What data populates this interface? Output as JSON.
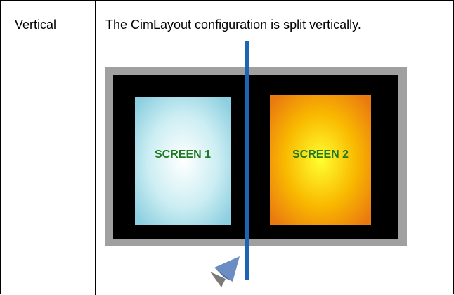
{
  "row": {
    "label": "Vertical",
    "description": "The CimLayout configuration is split vertically."
  },
  "figure": {
    "screen_left": {
      "label": "SCREEN 1"
    },
    "screen_right": {
      "label": "SCREEN 2"
    },
    "icons": [
      "split-line-icon",
      "arrow-pointer-icon"
    ],
    "colors": {
      "outer_frame": "#a0a0a0",
      "monitor_body": "#000000",
      "screen_left": "#bfe6ee",
      "screen_right": "#f29a10",
      "screen_label": "#1e7a1e",
      "split_line": "#1e64b4",
      "arrow": "#6c8cc4"
    }
  }
}
